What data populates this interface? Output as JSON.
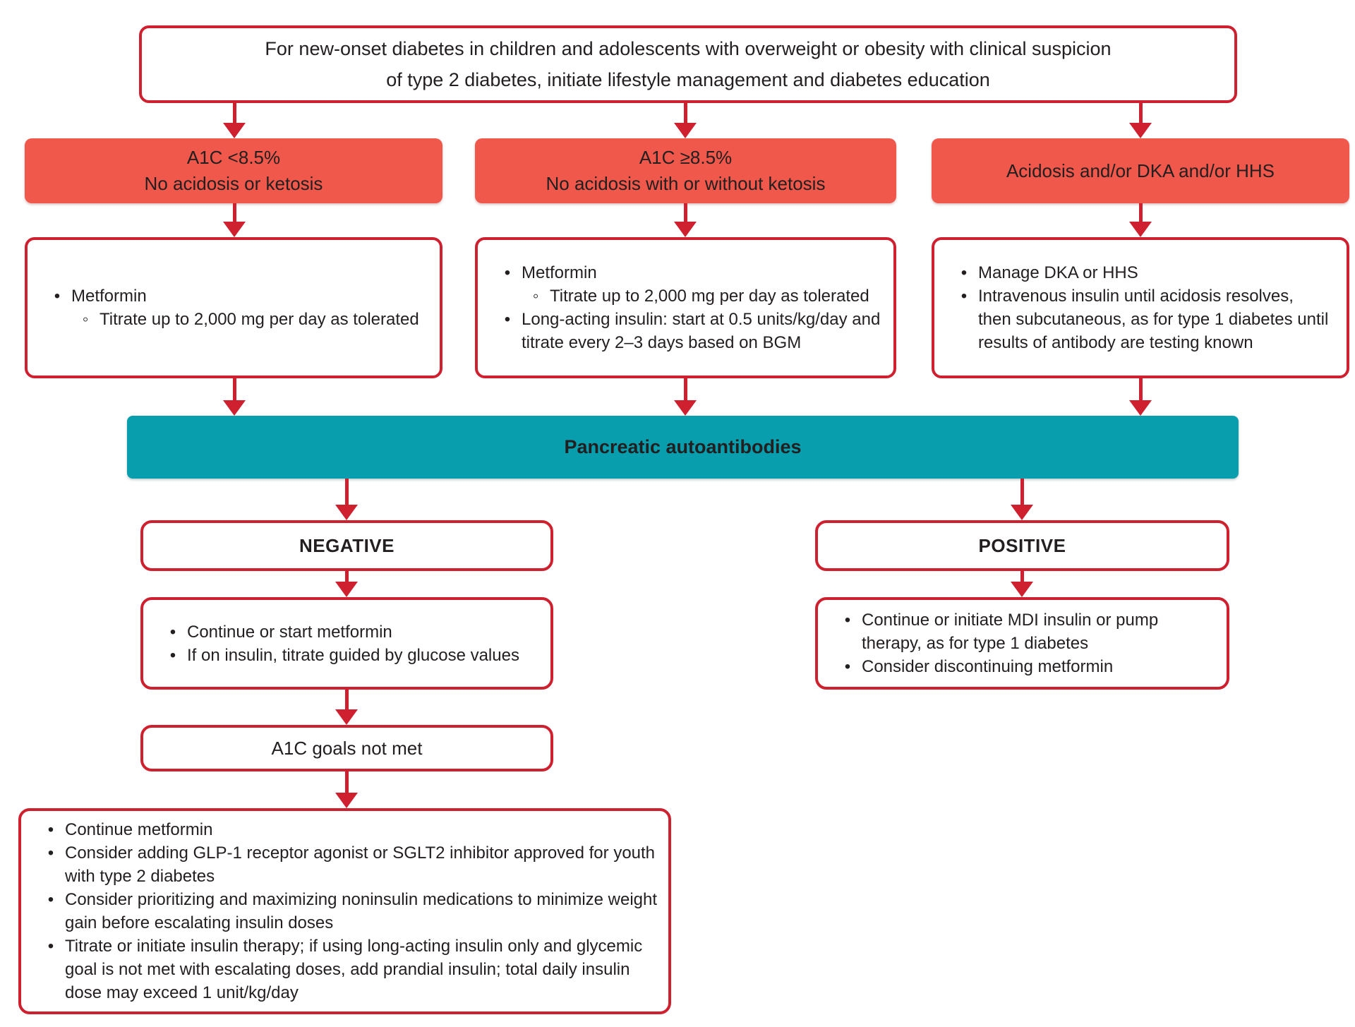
{
  "colors": {
    "red_fill": "#F0584B",
    "line_red": "#CE202E",
    "teal": "#089EAD",
    "text": "#231F20"
  },
  "markers": {
    "l1": "•",
    "l2": "◦"
  },
  "top_box": {
    "line1": "For new-onset diabetes in children and adolescents with overweight or obesity with clinical suspicion",
    "line2": "of type 2 diabetes, initiate lifestyle management and diabetes education"
  },
  "branches": [
    {
      "header": {
        "line1": "A1C <8.5%",
        "line2": "No acidosis or ketosis"
      },
      "items": [
        {
          "level": 1,
          "text": "Metformin"
        },
        {
          "level": 2,
          "text": "Titrate up to 2,000 mg per day as tolerated"
        }
      ]
    },
    {
      "header": {
        "line1": "A1C ≥8.5%",
        "line2": "No acidosis with or without ketosis"
      },
      "items": [
        {
          "level": 1,
          "text": "Metformin"
        },
        {
          "level": 2,
          "text": "Titrate up to 2,000 mg per day as tolerated"
        },
        {
          "level": 1,
          "text": "Long-acting insulin: start at 0.5 units/kg/day and titrate every 2–3 days based on BGM"
        }
      ]
    },
    {
      "header": {
        "line1": "Acidosis and/or DKA and/or HHS",
        "line2": ""
      },
      "items": [
        {
          "level": 1,
          "text": "Manage DKA or HHS"
        },
        {
          "level": 1,
          "text": "Intravenous insulin until acidosis resolves, then subcutaneous, as for type 1 diabetes until results of antibody are testing known"
        }
      ]
    }
  ],
  "antibody_bar": {
    "label": "Pancreatic autoantibodies"
  },
  "negative_path": {
    "result_label": "NEGATIVE",
    "management_items": [
      "Continue or start metformin",
      "If on insulin, titrate guided by glucose values"
    ],
    "a1c_box": "A1C goals not met",
    "escalation_items": [
      "Continue metformin",
      "Consider adding GLP-1 receptor agonist or SGLT2 inhibitor approved for youth with type 2 diabetes",
      "Consider prioritizing and maximizing noninsulin medications to minimize weight gain before escalating insulin doses",
      "Titrate or initiate insulin therapy; if using long-acting insulin only and glycemic goal is not met with escalating doses, add prandial insulin; total daily insulin dose may exceed 1 unit/kg/day"
    ]
  },
  "positive_path": {
    "result_label": "POSITIVE",
    "management_items": [
      "Continue or initiate MDI insulin or pump therapy, as for type 1 diabetes",
      "Consider discontinuing metformin"
    ]
  }
}
